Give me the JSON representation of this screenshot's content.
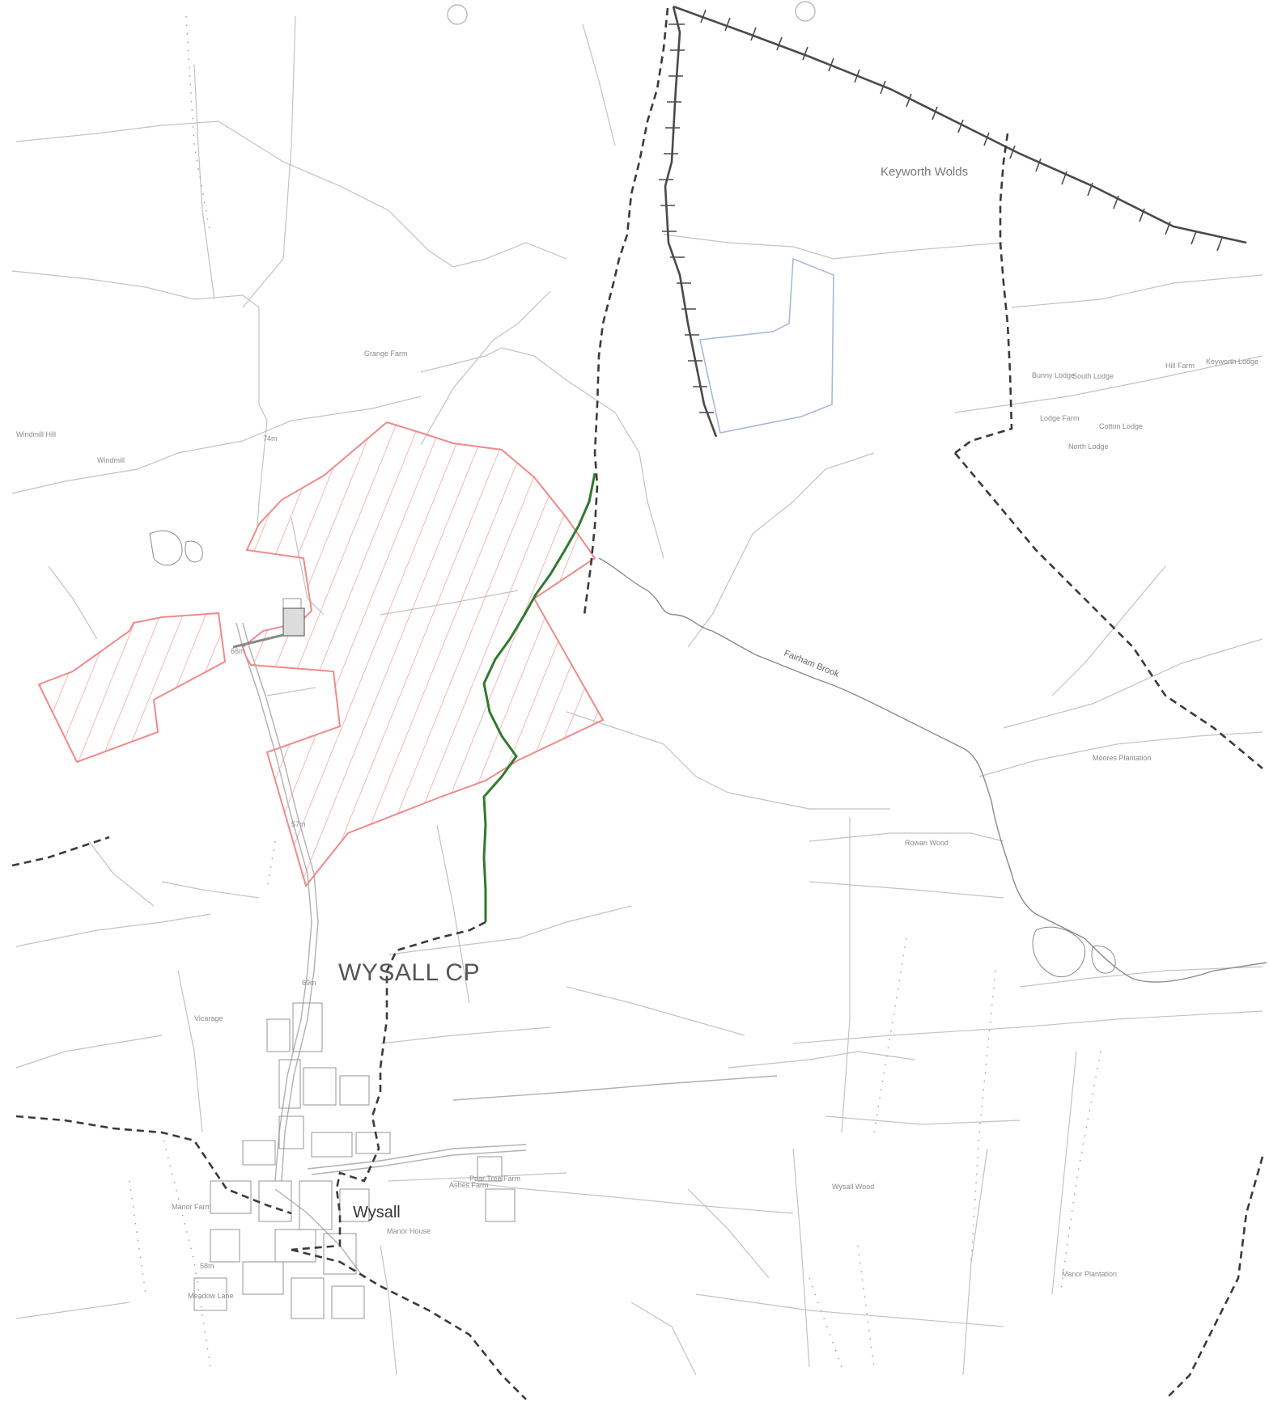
{
  "map": {
    "labels": {
      "parish": "WYSALL CP",
      "village": "Wysall",
      "keyworth": "Keyworth Wolds",
      "brook": "Fairham Brook"
    },
    "minor_labels": [
      "Windmill Hill",
      "Windmill",
      "Grange Farm",
      "Bunny Lodge",
      "Hill Farm",
      "Lodge Farm",
      "Vicarage",
      "Manor Farm",
      "Ashes Farm",
      "Wysall Wood",
      "Manor Plantation",
      "Moores Plantation",
      "South Lodge",
      "North Lodge",
      "Cotton Lodge",
      "Keyworth Lodge",
      "Rowan Wood",
      "Pear Tree Farm",
      "Manor House",
      "Meadow Lane",
      "57m",
      "69m",
      "66m",
      "58m",
      "74m"
    ],
    "colors": {
      "background": "#ffffff",
      "field_boundary": "#c2c2c2",
      "parish_boundary": "#3a3a3a",
      "railway": "#4a4a4a",
      "site_outline": "#ef8a8a",
      "site_hatch": "#f3a5a5",
      "green_route": "#2f7a2f",
      "blue_plot": "#a9b8d8"
    }
  }
}
